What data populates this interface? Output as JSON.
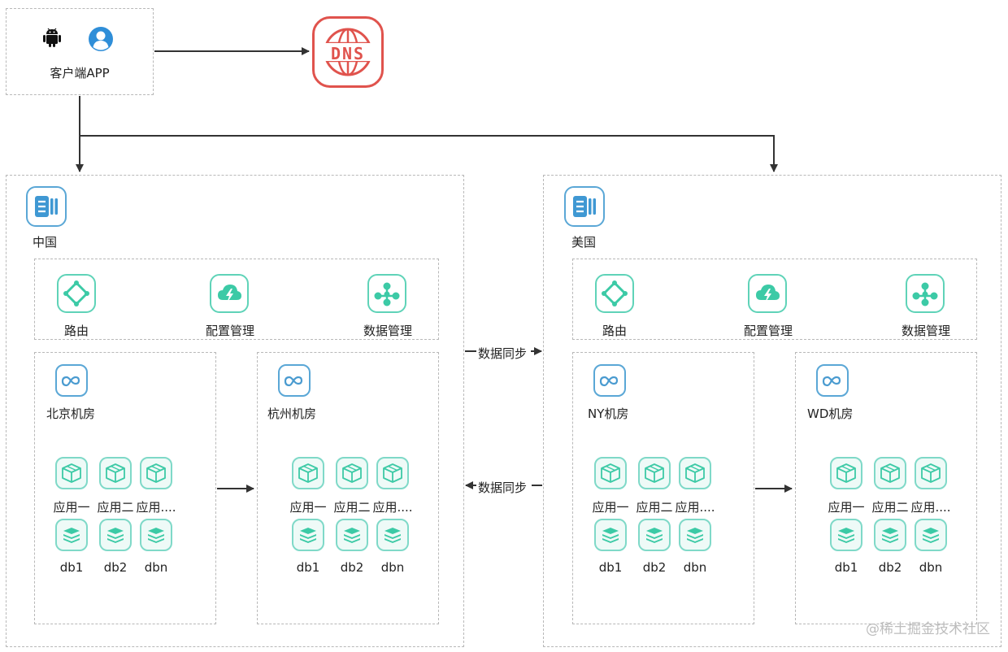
{
  "client": {
    "label": "客户端APP",
    "icons": [
      "android-icon",
      "user-icon"
    ]
  },
  "dns": {
    "label": "DNS",
    "color": "#e0534d"
  },
  "regions": [
    {
      "name": "中国",
      "services": [
        {
          "label": "路由",
          "icon": "route-icon"
        },
        {
          "label": "配置管理",
          "icon": "config-cloud-icon"
        },
        {
          "label": "数据管理",
          "icon": "data-share-icon"
        }
      ],
      "rooms": [
        {
          "name": "北京机房",
          "apps": [
            "应用一",
            "应用二",
            "应用...."
          ],
          "dbs": [
            "db1",
            "db2",
            "dbn"
          ]
        },
        {
          "name": "杭州机房",
          "apps": [
            "应用一",
            "应用二",
            "应用...."
          ],
          "dbs": [
            "db1",
            "db2",
            "dbn"
          ]
        }
      ]
    },
    {
      "name": "美国",
      "services": [
        {
          "label": "路由",
          "icon": "route-icon"
        },
        {
          "label": "配置管理",
          "icon": "config-cloud-icon"
        },
        {
          "label": "数据管理",
          "icon": "data-share-icon"
        }
      ],
      "rooms": [
        {
          "name": "NY机房",
          "apps": [
            "应用一",
            "应用二",
            "应用...."
          ],
          "dbs": [
            "db1",
            "db2",
            "dbn"
          ]
        },
        {
          "name": "WD机房",
          "apps": [
            "应用一",
            "应用二",
            "应用...."
          ],
          "dbs": [
            "db1",
            "db2",
            "dbn"
          ]
        }
      ]
    }
  ],
  "sync": {
    "to_us": "数据同步",
    "to_cn": "数据同步"
  },
  "watermark": "@稀土掘金技术社区",
  "colors": {
    "teal": "#5fd3b8",
    "blue": "#5aa7d6",
    "border": "#b8b8b8",
    "arrow": "#333333"
  }
}
